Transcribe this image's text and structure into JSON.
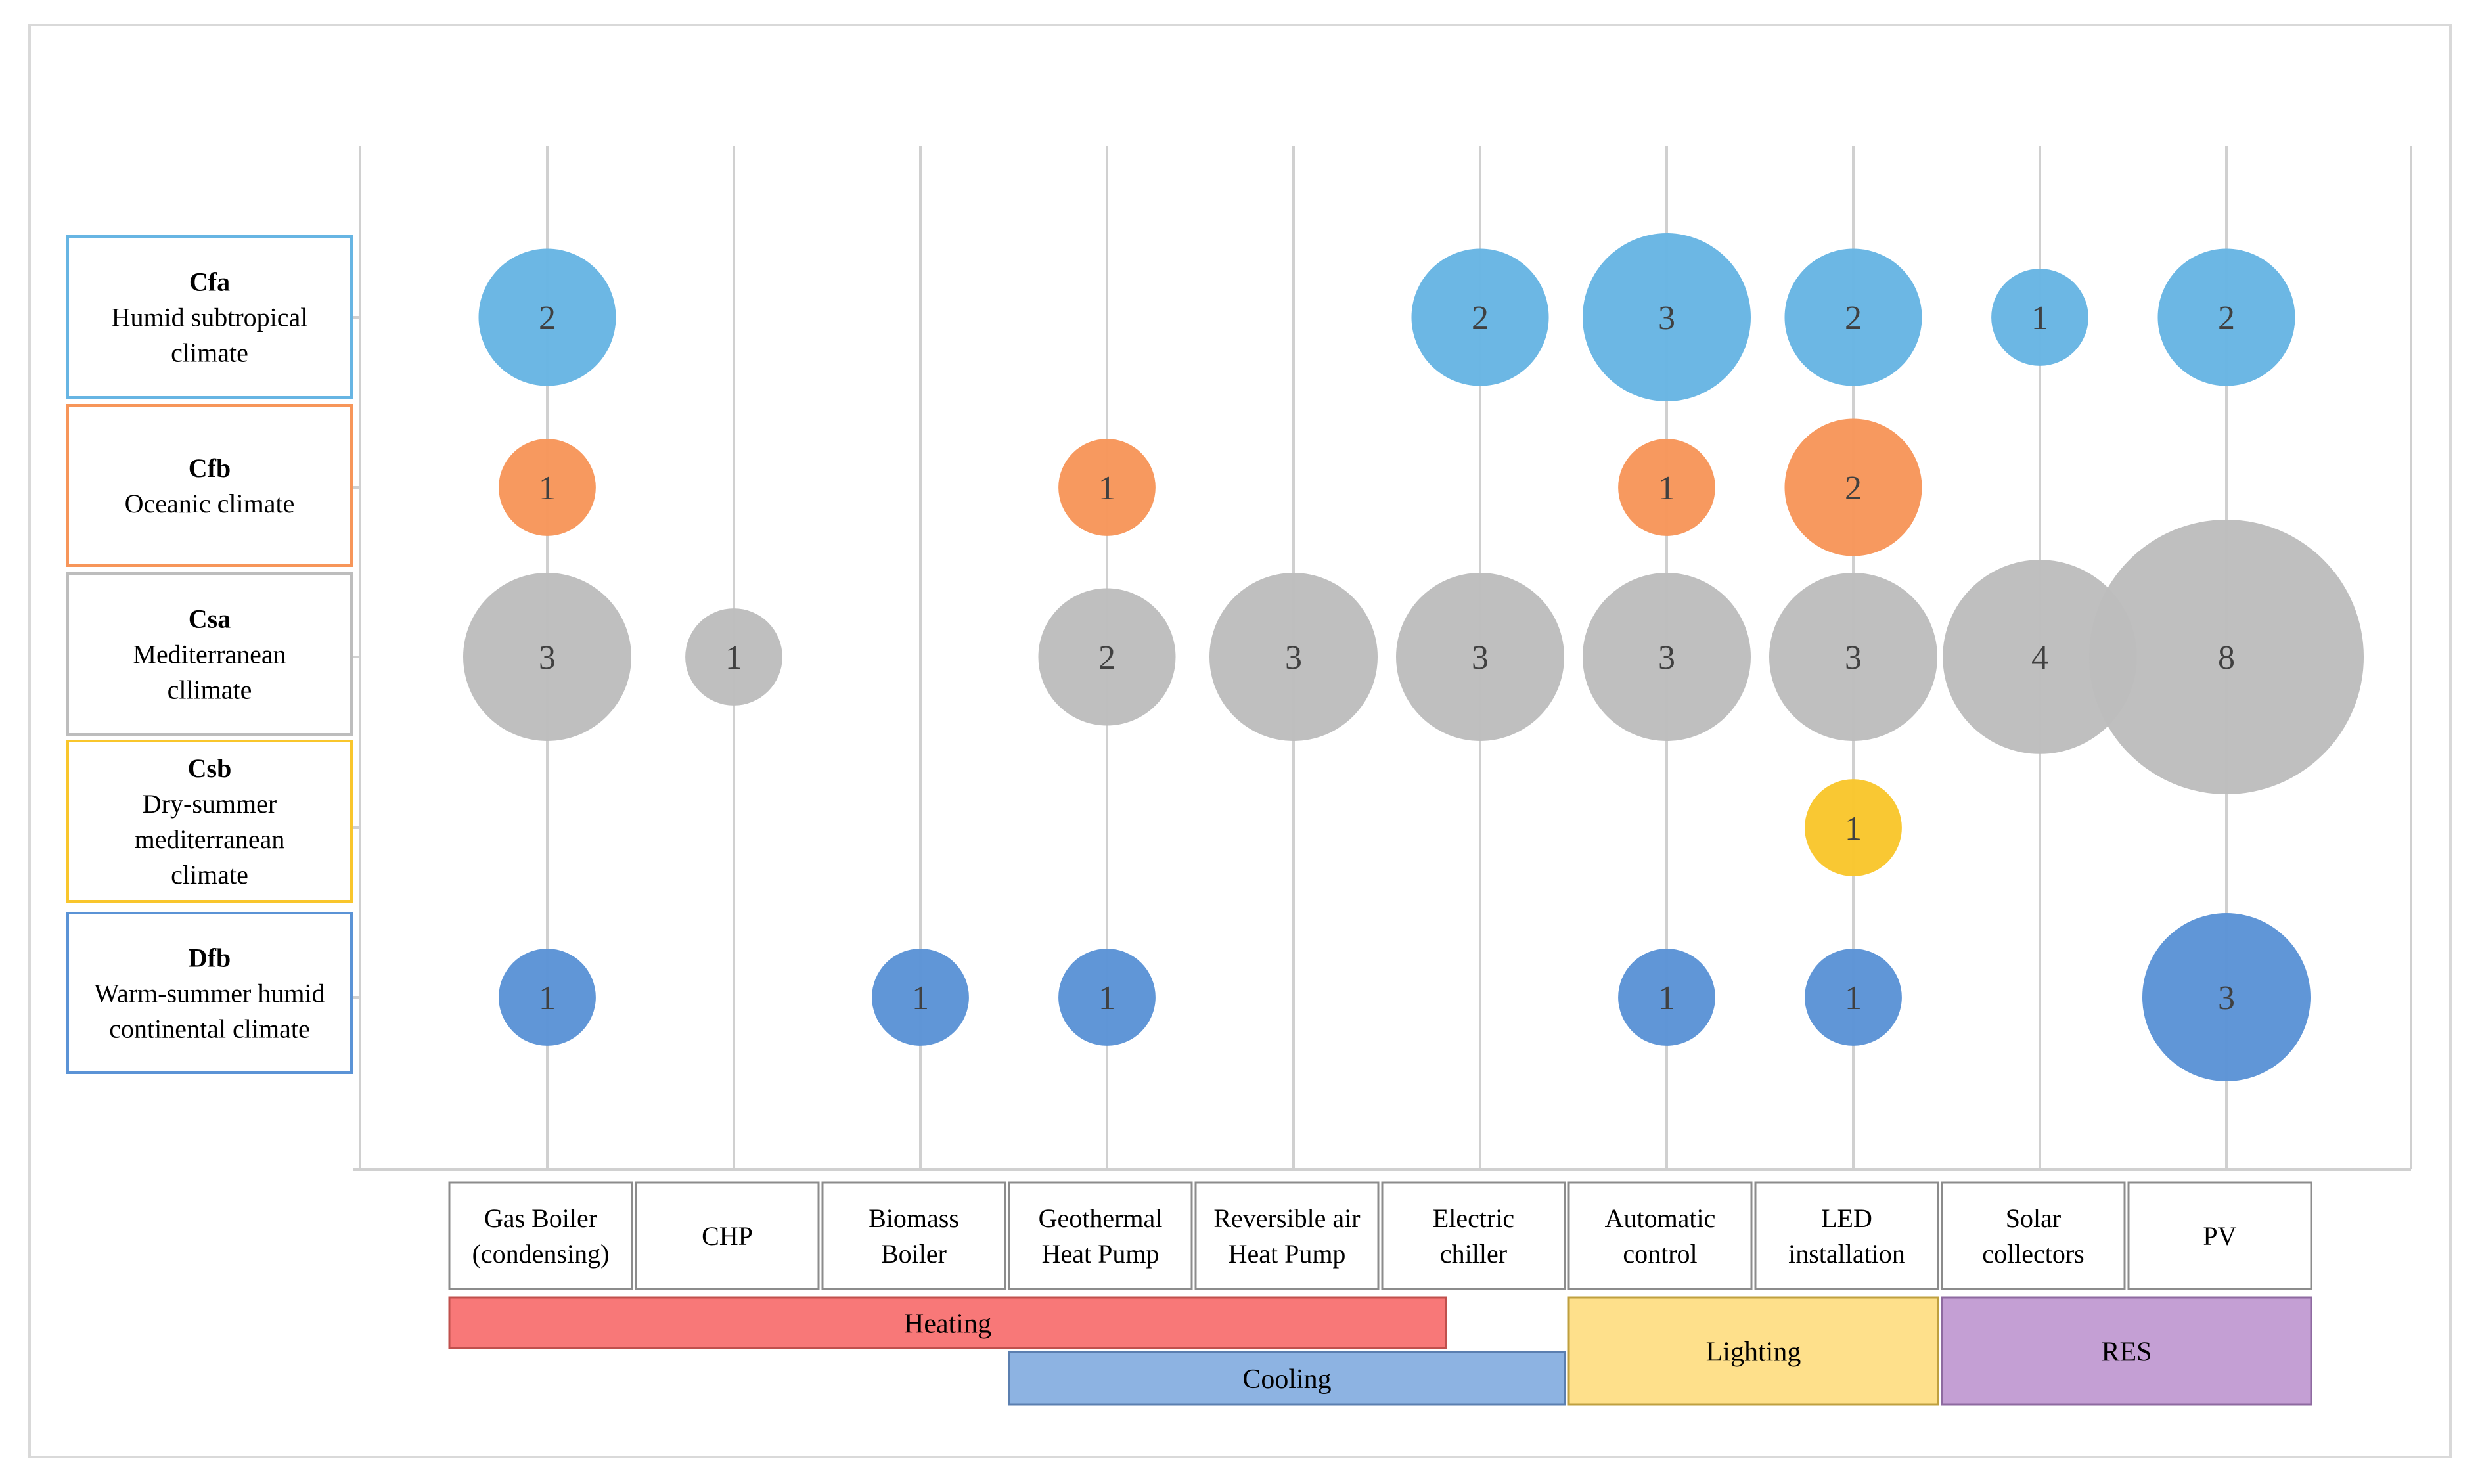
{
  "chart_data": {
    "type": "bubble",
    "categories": [
      {
        "lines": [
          "Gas Boiler",
          "(condensing)"
        ]
      },
      {
        "lines": [
          "CHP"
        ]
      },
      {
        "lines": [
          "Biomass",
          "Boiler"
        ]
      },
      {
        "lines": [
          "Geothermal",
          "Heat Pump"
        ]
      },
      {
        "lines": [
          "Reversible air",
          "Heat Pump"
        ]
      },
      {
        "lines": [
          "Electric",
          "chiller"
        ]
      },
      {
        "lines": [
          "Automatic",
          "control"
        ]
      },
      {
        "lines": [
          "LED",
          "installation"
        ]
      },
      {
        "lines": [
          "Solar",
          "collectors"
        ]
      },
      {
        "lines": [
          "PV"
        ]
      }
    ],
    "rows": [
      {
        "code": "Cfa",
        "name_lines": [
          "Humid subtropical",
          "climate"
        ],
        "color": "#67B5E3",
        "values": [
          2,
          null,
          null,
          null,
          null,
          2,
          3,
          2,
          1,
          2
        ]
      },
      {
        "code": "Cfb",
        "name_lines": [
          "Oceanic climate"
        ],
        "color": "#F7965A",
        "values": [
          1,
          null,
          null,
          1,
          null,
          null,
          1,
          2,
          null,
          null
        ]
      },
      {
        "code": "Csa",
        "name_lines": [
          "Mediterranean",
          "cllimate"
        ],
        "color": "#BDBDBD",
        "values": [
          3,
          1,
          null,
          2,
          3,
          3,
          3,
          3,
          4,
          8
        ]
      },
      {
        "code": "Csb",
        "name_lines": [
          "Dry-summer",
          "mediterranean",
          "climate"
        ],
        "color": "#F9C62C",
        "values": [
          null,
          null,
          null,
          null,
          null,
          null,
          null,
          1,
          null,
          null
        ]
      },
      {
        "code": "Dfb",
        "name_lines": [
          "Warm-summer humid",
          "continental climate"
        ],
        "color": "#5B93D6",
        "values": [
          1,
          null,
          1,
          1,
          null,
          null,
          1,
          1,
          null,
          3
        ]
      }
    ],
    "groups": [
      {
        "label": "Heating",
        "color": "#F87878",
        "border": "#C0504D",
        "start": 0,
        "end": 4.5
      },
      {
        "label": "Cooling",
        "color": "#8DB3E2",
        "border": "#5B7FB0",
        "start": 3,
        "end": 5
      },
      {
        "label": "Lighting",
        "color": "#FEE08B",
        "border": "#BFA040",
        "start": 6,
        "end": 7
      },
      {
        "label": "RES",
        "color": "#C49FD4",
        "border": "#8E6AA0",
        "start": 8,
        "end": 9
      }
    ]
  }
}
